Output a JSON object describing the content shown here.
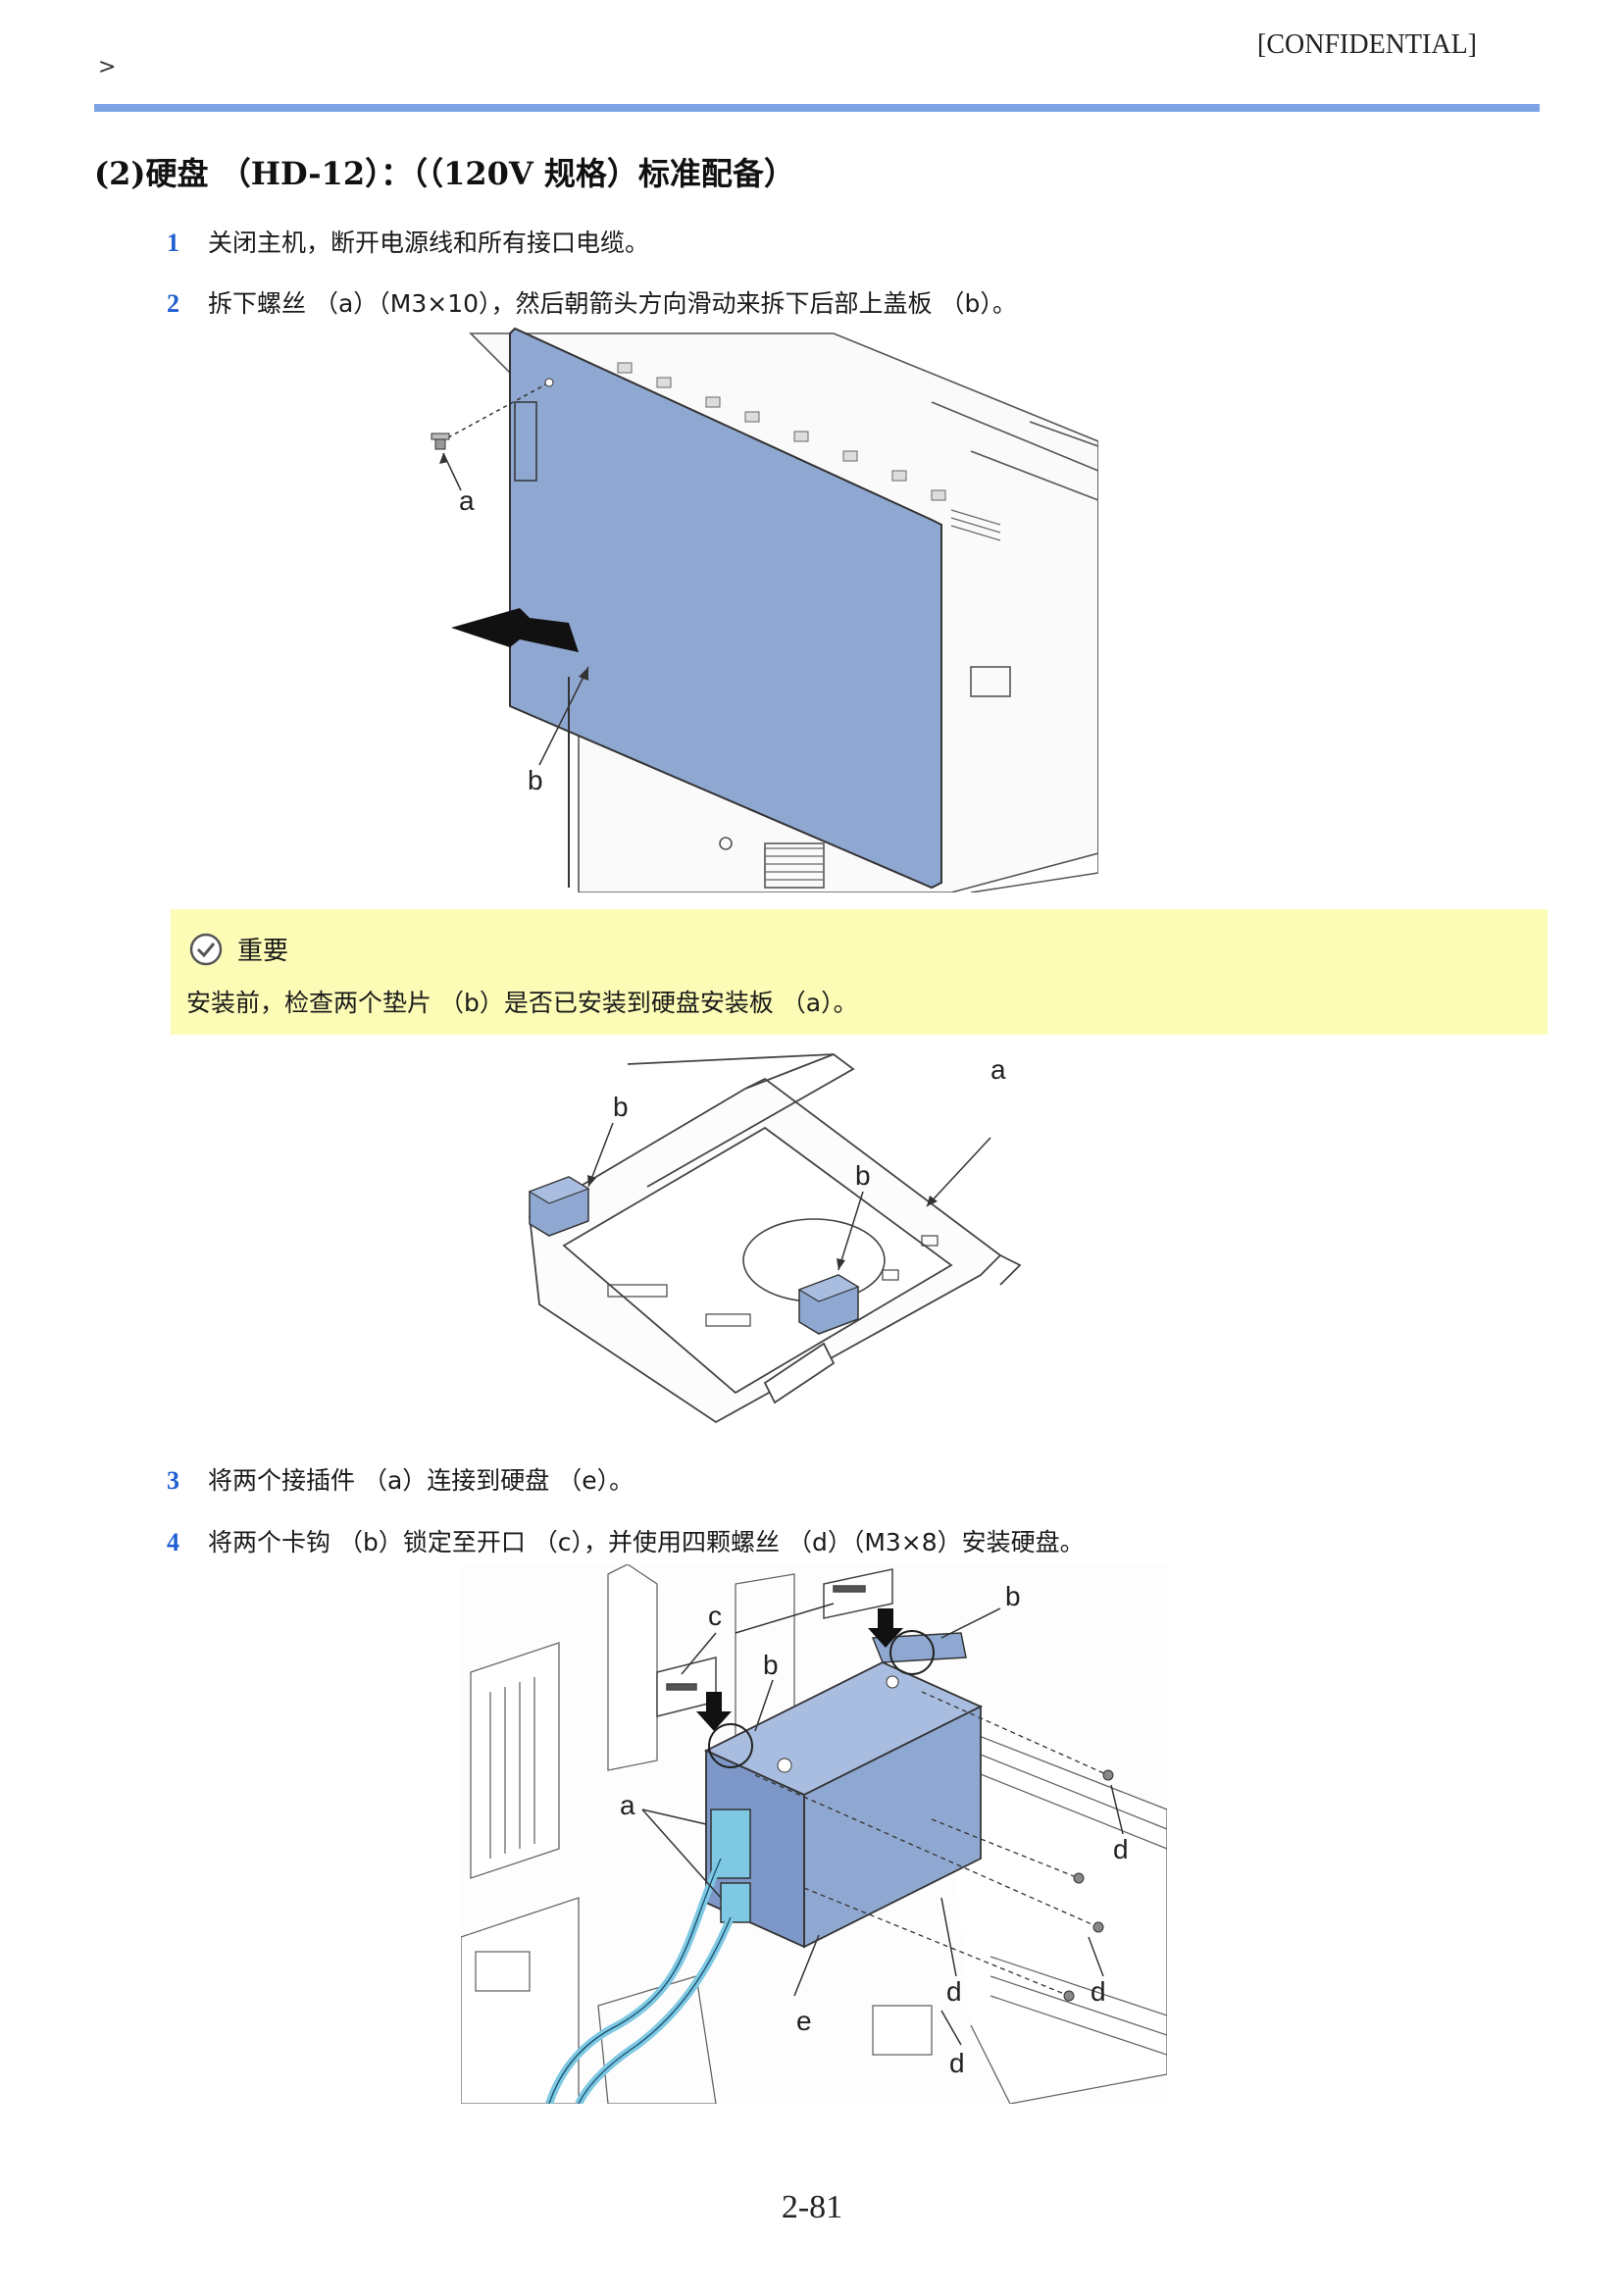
{
  "header": {
    "confidential": "[CONFIDENTIAL]",
    "breadcrumb": ">"
  },
  "section": {
    "heading": "(2)硬盘 （HD-12）：（（120V 规格）标准配备）"
  },
  "steps": [
    {
      "num": "1",
      "text": "关闭主机，断开电源线和所有接口电缆。"
    },
    {
      "num": "2",
      "text": "拆下螺丝 （a）（M3×10），然后朝箭头方向滑动来拆下后部上盖板 （b）。"
    },
    {
      "num": "3",
      "text": "将两个接插件 （a）连接到硬盘 （e）。"
    },
    {
      "num": "4",
      "text": "将两个卡钩 （b）锁定至开口 （c），并使用四颗螺丝 （d）（M3×8）安装硬盘。"
    }
  ],
  "note": {
    "icon": "check-circle-icon",
    "title": "重要",
    "text": "安装前，检查两个垫片 （b）是否已安装到硬盘安装板 （a）。"
  },
  "figures": {
    "fig1": {
      "labels": {
        "a": "a",
        "b": "b"
      }
    },
    "fig2": {
      "labels": {
        "a": "a",
        "b1": "b",
        "b2": "b"
      }
    },
    "fig3": {
      "labels": {
        "c": "c",
        "b1": "b",
        "b2": "b",
        "a": "a",
        "d1": "d",
        "d2": "d",
        "d3": "d",
        "d4": "d",
        "e": "e"
      }
    }
  },
  "footer": {
    "page_number": "2-81"
  },
  "colors": {
    "rule": "#7fa4e4",
    "step_number": "#1f5fd1",
    "note_bg": "#fcfcb6",
    "part_highlight": "#8fa8d2",
    "cable": "#7ec8e3"
  }
}
